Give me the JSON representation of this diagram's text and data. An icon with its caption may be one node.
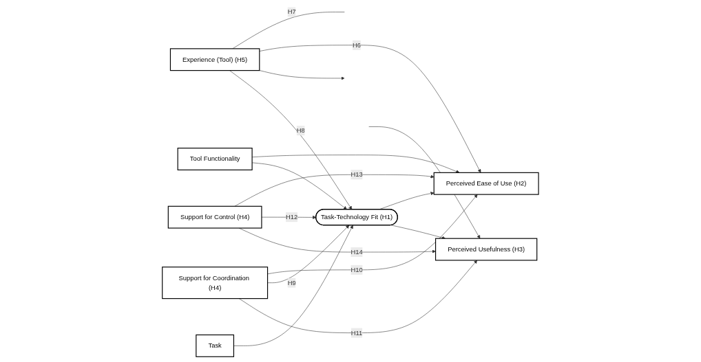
{
  "diagram": {
    "nodes": [
      {
        "text": [
          "Task"
        ]
      },
      {
        "text": [
          "Perceived Usefulness (H3)"
        ]
      },
      {
        "text": [
          "Task-Technology Fit (H1)"
        ]
      },
      {
        "text": [
          "Support for Coordination (H4)"
        ]
      },
      {
        "text": [
          "Support for Control (H4)"
        ]
      },
      {
        "text": [
          "Tool Functionality"
        ]
      },
      {
        "text": [
          "Perceived Ease of Use (H2)"
        ]
      },
      {
        "text": [
          "Experience (Tool) (H5)"
        ]
      }
    ],
    "edges": [
      {
        "from": 0,
        "to": 2,
        "arrow": "to"
      },
      {
        "from": 2,
        "to": 1,
        "arrow": "to"
      },
      {
        "from": 2,
        "to": 6,
        "arrow": "to"
      },
      {
        "from": 3,
        "to": 1,
        "label": "H11",
        "arrow": "to"
      },
      {
        "from": 4,
        "to": 1,
        "label": "H14",
        "arrow": "to"
      },
      {
        "from": 3,
        "to": 2,
        "label": "H9",
        "arrow": "to"
      },
      {
        "from": 4,
        "to": 2,
        "label": "H12",
        "arrow": "to"
      },
      {
        "from": 3,
        "to": 6,
        "label": "H10",
        "arrow": "to"
      },
      {
        "from": 4,
        "to": 6,
        "label": "H13",
        "arrow": "to"
      },
      {
        "from": 5,
        "to": 2,
        "arrow": "to"
      },
      {
        "from": 5,
        "to": 6,
        "arrow": "to"
      },
      {
        "from": 7,
        "to": 2,
        "label": "H8",
        "arrow": "to"
      },
      {
        "from": 7,
        "to": null,
        "arrow": "to"
      },
      {
        "from": 7,
        "to": 6,
        "label": "H6",
        "arrow": "to"
      },
      {
        "from": 7,
        "to": null,
        "label": "H7",
        "arrow": "none"
      },
      {
        "from": null,
        "to": 1,
        "arrow": "to"
      }
    ]
  }
}
